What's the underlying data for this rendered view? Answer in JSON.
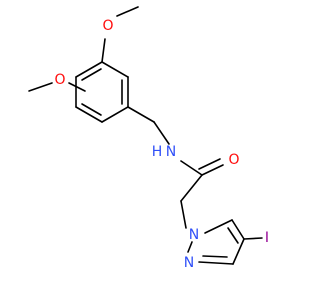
{
  "molecule": {
    "colors": {
      "carbon_bond": "#000000",
      "oxygen": "#ff0d0d",
      "nitrogen": "#3050f8",
      "iodine": "#940094"
    },
    "labels": {
      "methoxy_o_top": "O",
      "methoxy_o_left": "O",
      "amide_n": "N",
      "amide_h": "H",
      "carbonyl_o": "O",
      "pyrazole_n1": "N",
      "pyrazole_n2": "N",
      "iodine": "I"
    }
  }
}
